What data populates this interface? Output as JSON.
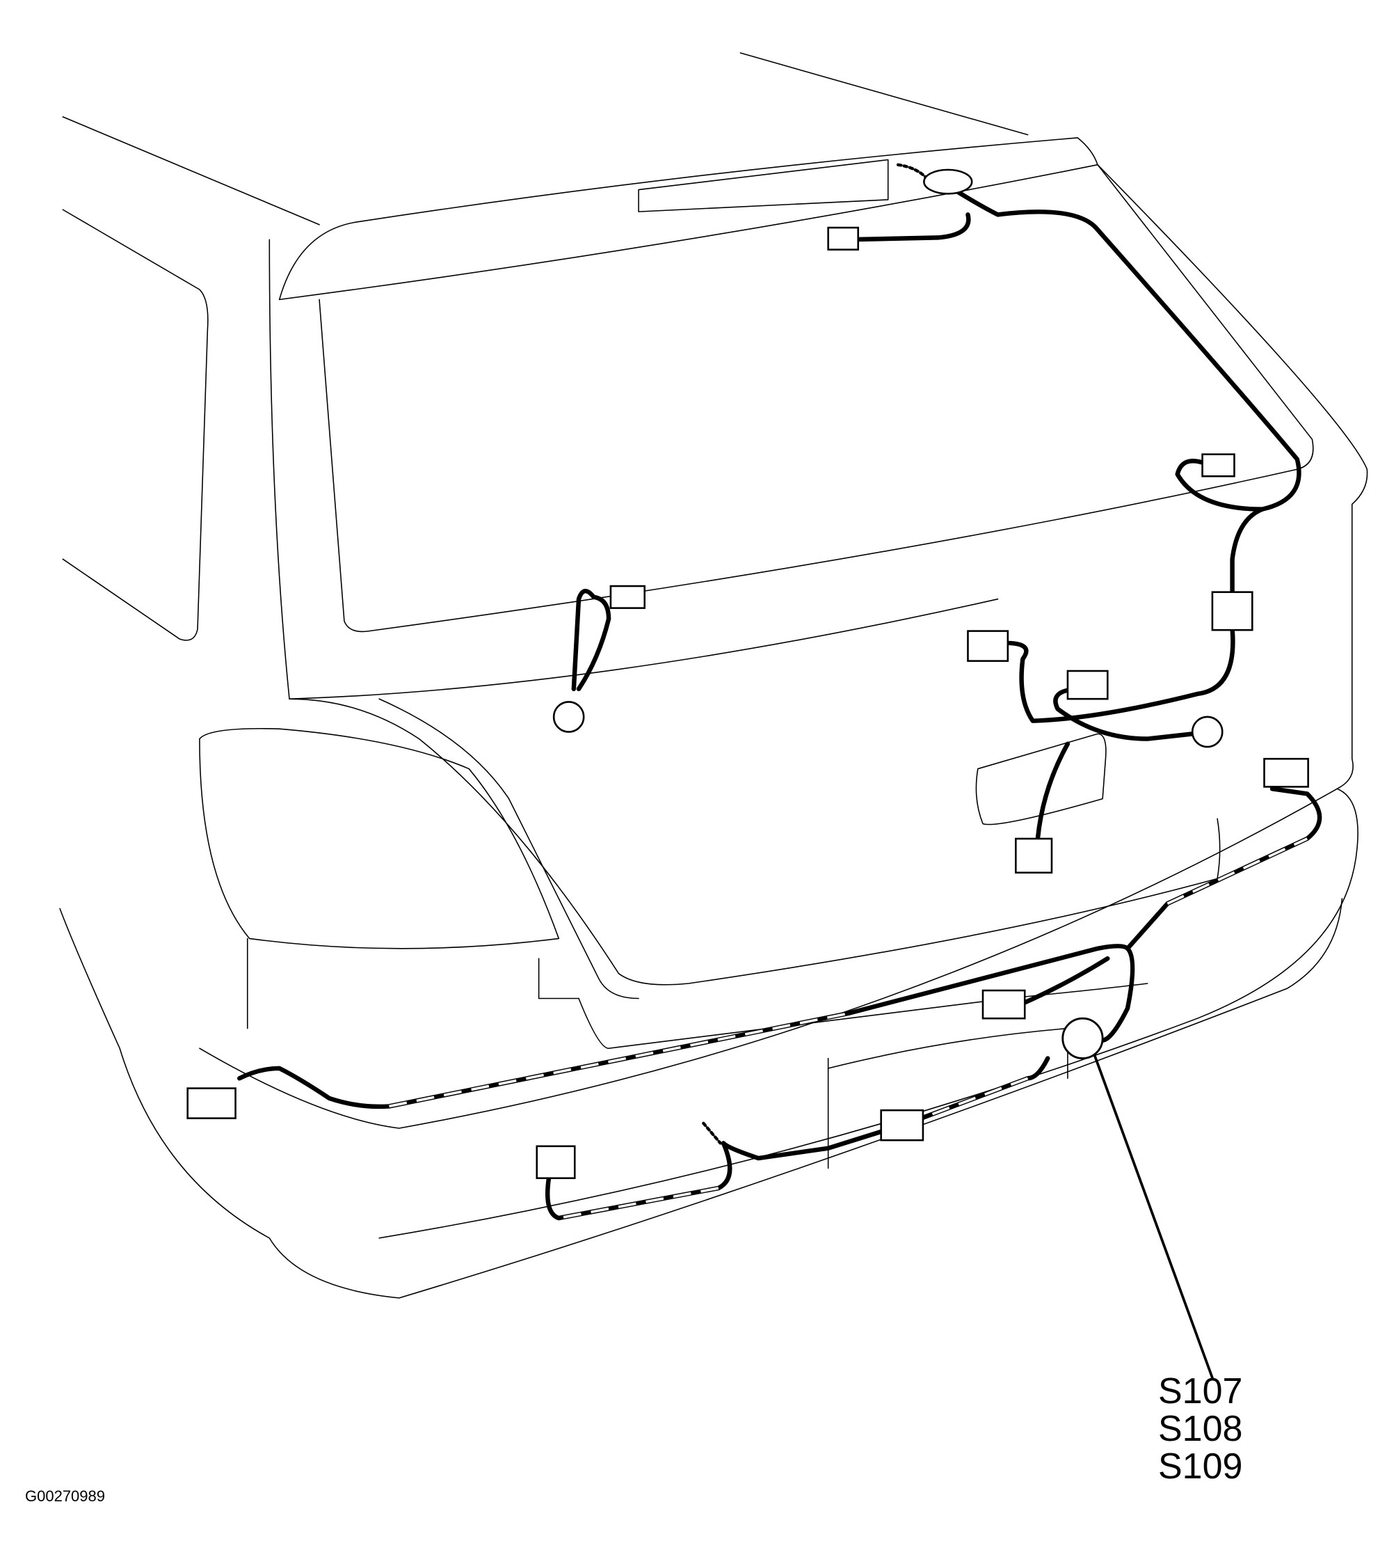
{
  "callout": {
    "labels": [
      "S107",
      "S108",
      "S109"
    ]
  },
  "figure_code": "G00270989",
  "colors": {
    "line": "#000000",
    "background": "#ffffff"
  }
}
